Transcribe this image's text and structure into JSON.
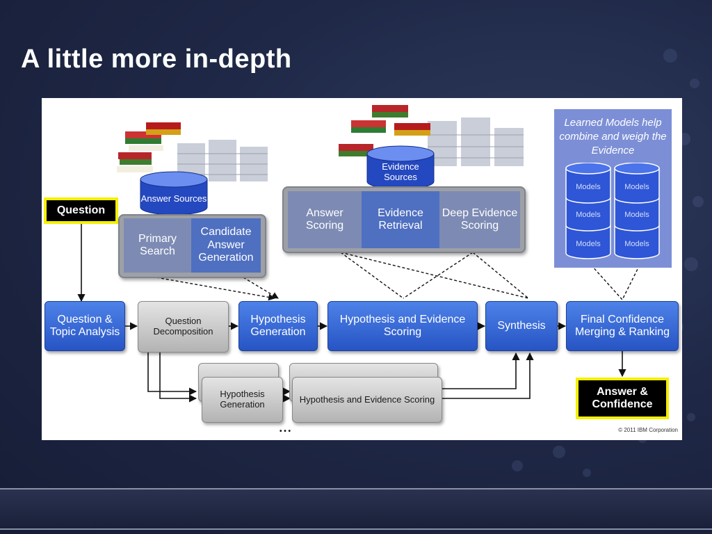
{
  "slide": {
    "title": "A little more in-depth"
  },
  "diagram": {
    "question": "Question",
    "answer_sources": "Answer Sources",
    "evidence_sources": "Evidence Sources",
    "primary_search": "Primary Search",
    "candidate_answer_generation": "Candidate Answer Generation",
    "answer_scoring": "Answer Scoring",
    "evidence_retrieval": "Evidence Retrieval",
    "deep_evidence_scoring": "Deep Evidence Scoring",
    "learned_models_note": "Learned Models help combine and weigh the Evidence",
    "models_label": "Models",
    "question_topic_analysis": "Question & Topic Analysis",
    "question_decomposition": "Question Decomposition",
    "hypothesis_generation": "Hypothesis Generation",
    "hypothesis_evidence_scoring": "Hypothesis and Evidence Scoring",
    "synthesis": "Synthesis",
    "final_confidence": "Final Confidence Merging & Ranking",
    "answer_confidence": "Answer & Confidence",
    "sub_hypothesis_generation": "Hypothesis Generation",
    "sub_hypothesis_evidence_scoring": "Hypothesis and Evidence Scoring",
    "ellipsis": "• • •",
    "copyright": "© 2011 IBM Corporation"
  },
  "colors": {
    "background": "#1f2847",
    "process_blue": "#2f5fd0",
    "highlight_yellow": "#f4f000",
    "models_panel": "#7c8fd6"
  }
}
